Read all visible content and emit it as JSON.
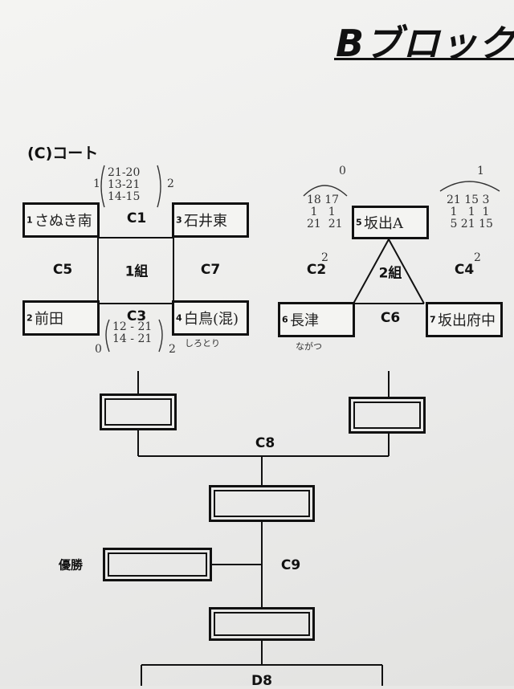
{
  "header": {
    "title": "Bブロック"
  },
  "court": {
    "label": "(C)コート"
  },
  "group1": {
    "name": "1組",
    "courts": {
      "c1": "C1",
      "c3": "C3",
      "c5": "C5",
      "c7": "C7"
    },
    "teams": [
      {
        "num": "1",
        "name": "さぬき南"
      },
      {
        "num": "2",
        "name": "前田"
      },
      {
        "num": "3",
        "name": "石井東"
      },
      {
        "num": "4",
        "name": "白鳥(混)"
      }
    ],
    "notes": {
      "c1_scores": "21-20\n13-21\n14-15",
      "c1_left": "1",
      "c1_right": "2",
      "c3_scores": "12 - 21\n14 - 21",
      "c3_left": "0",
      "c3_right": "2",
      "team4_reading": "しろとり"
    }
  },
  "group2": {
    "name": "2組",
    "courts": {
      "c2": "C2",
      "c4": "C4",
      "c6": "C6"
    },
    "teams": [
      {
        "num": "5",
        "name": "坂出A"
      },
      {
        "num": "6",
        "name": "長津"
      },
      {
        "num": "7",
        "name": "坂出府中"
      }
    ],
    "notes": {
      "c2_scores": "18 17\n 1   1\n21  21",
      "c2_top": "0",
      "c2_mark": "2",
      "c4_scores": "21 15 3\n 1   1  1\n 5 21 15",
      "c4_top": "1",
      "c4_mark": "2",
      "team6_reading": "ながつ"
    }
  },
  "bracket": {
    "c8": "C8",
    "c9": "C9",
    "d8": "D8",
    "champion": "優勝"
  }
}
